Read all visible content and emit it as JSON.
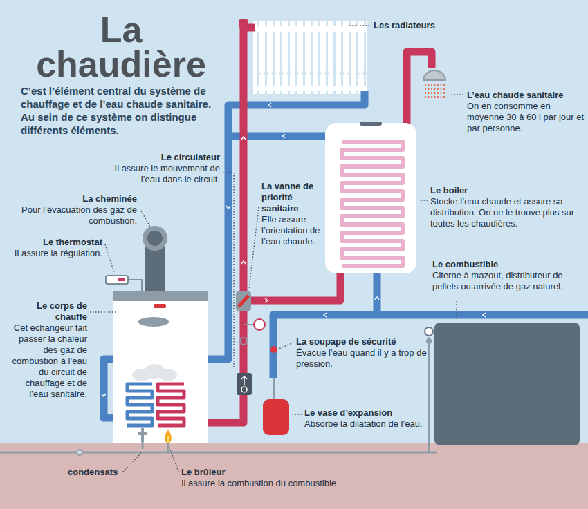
{
  "diagram": {
    "title": "La chaudière",
    "labels": [
      "C’est l’élément central du système de chauffage et de l’eau chaude sanitaire. Au sein de ce système on distingue différents éléments.",
      "Les radiateurs",
      "L’eau chaude sanitaire",
      "On en consomme en moyenne 30 à 60 l par jour et par personne.",
      "Le circulateur",
      "Il assure le mouvement de l’eau dans le circuit.",
      "La cheminée",
      "Pour l’évacuation des gaz de combustion.",
      "Le thermostat",
      "Il assure la régulation.",
      "La vanne de priorité sanitaire",
      "Elle assure l’orientation de l’eau chaude.",
      "Le boiler",
      "Stocke l’eau chaude et assure sa distribution. On ne le trouve plus sur toutes les chaudières.",
      "Le combustible",
      "Citerne à mazout, distributeur de pellets ou arrivée de gaz naturel.",
      "Le corps de chauffe",
      "Cet échangeur fait passer la chaleur des gaz de combustion à l’eau du circuit de chauffage et de l’eau sanitaire.",
      "La soupape de sécurité",
      "Évacue l’eau quand il y a trop de pression.",
      "Le vase d’expansion",
      "Absorbe la dilatation de l’eau.",
      "condensats",
      "Le brûleur",
      "Il assure la combustion du combustible."
    ]
  }
}
